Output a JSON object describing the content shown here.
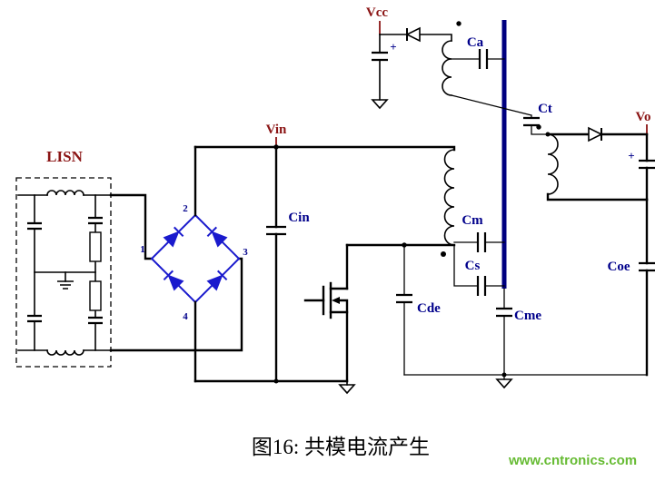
{
  "nets": {
    "lisn": "LISN",
    "vcc": "Vcc",
    "vin": "Vin",
    "vo": "Vo"
  },
  "capacitors": {
    "cin": "Cin",
    "ca": "Ca",
    "ct": "Ct",
    "cm": "Cm",
    "cs": "Cs",
    "cde": "Cde",
    "cme": "Cme",
    "coe": "Coe"
  },
  "bridge_pins": {
    "p1": "1",
    "p2": "2",
    "p3": "3",
    "p4": "4"
  },
  "polarity": {
    "plus": "+"
  },
  "caption": "图16: 共模电流产生",
  "watermark": "www.cntronics.com",
  "colors": {
    "wire": "#000000",
    "diode-blue": "#1a1acd",
    "shield-navy": "#000080",
    "label-red": "#8b1515",
    "label-navy": "#00008b",
    "watermark-green": "#66bb33",
    "background": "#ffffff"
  }
}
